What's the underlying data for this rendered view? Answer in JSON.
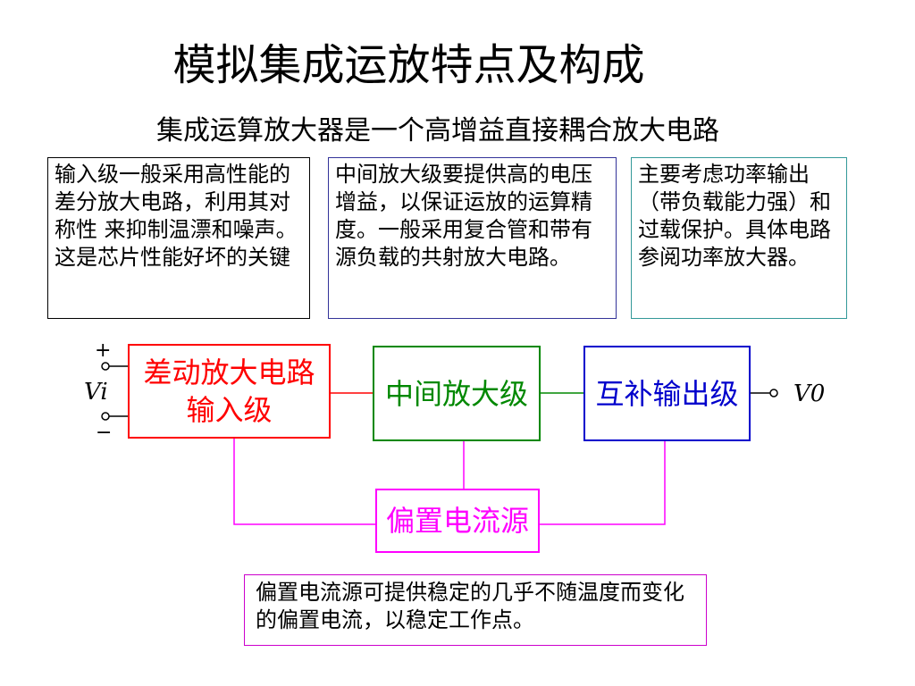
{
  "slide": {
    "title": "模拟集成运放特点及构成",
    "subtitle": "集成运算放大器是一个高增益直接耦合放大电路"
  },
  "descriptions": {
    "input_stage": " 输入级一般采用高性能的差分放大电路，利用其对称性 来抑制温漂和噪声。这是芯片性能好坏的关键",
    "middle_stage": "中间放大级要提供高的电压增益，以保证运放的运算精度。一般采用复合管和带有源负载的共射放大电路。",
    "output_stage": "主要考虑功率输出（带负载能力强）和过载保护。具体电路参阅功率放大器。",
    "bias_source": "偏置电流源可提供稳定的几乎不随温度而变化的偏置电流，以稳定工作点。"
  },
  "diagram": {
    "blocks": {
      "differential_line1": "差动放大电路",
      "differential_line2": "输入级",
      "middle": "中间放大级",
      "output": "互补输出级",
      "bias": "偏置电流源"
    },
    "terminals": {
      "input_symbol": "Vi",
      "output_symbol": "V0",
      "plus": "+",
      "minus": "−"
    }
  },
  "colors": {
    "input_block": "#ff0000",
    "middle_block": "#008800",
    "output_block": "#0000cc",
    "bias_block": "#ff00ff",
    "middle_desc_border": "#333399",
    "output_desc_border": "#339999",
    "bias_desc_border": "#cc00cc"
  }
}
